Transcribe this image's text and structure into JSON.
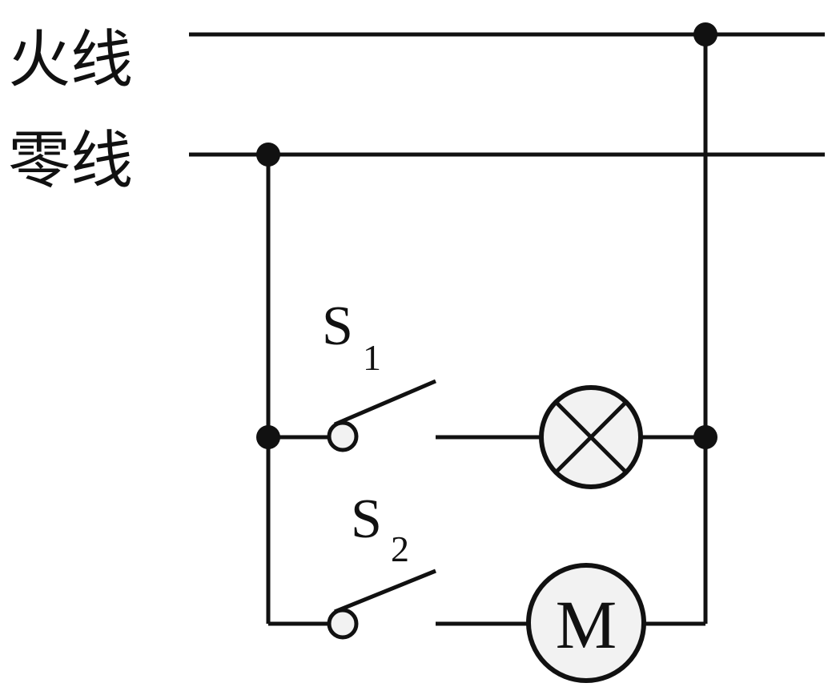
{
  "diagram": {
    "lines": {
      "live_label": "火线",
      "neutral_label": "零线"
    },
    "switches": [
      {
        "main": "S",
        "sub": "1"
      },
      {
        "main": "S",
        "sub": "2"
      }
    ],
    "motor_label": "M"
  }
}
